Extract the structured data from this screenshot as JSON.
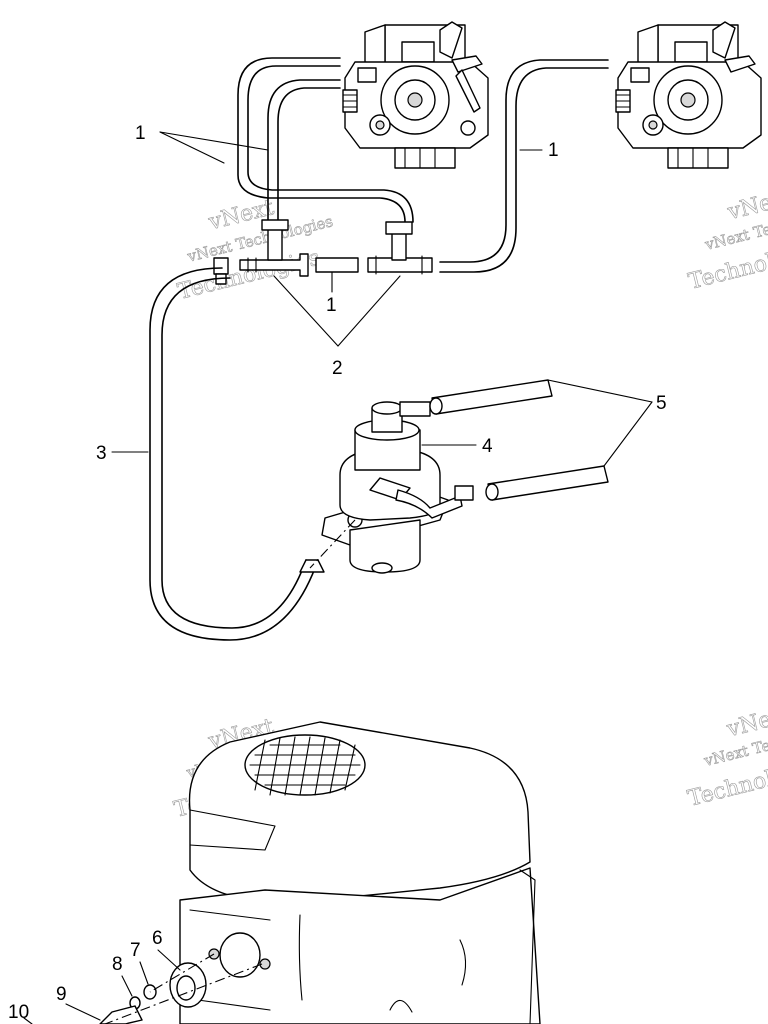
{
  "diagram": {
    "callouts": {
      "c1_top": "1",
      "c1_right": "1",
      "c1_center": "1",
      "c2": "2",
      "c3": "3",
      "c4": "4",
      "c5": "5",
      "c6": "6",
      "c7": "7",
      "c8": "8",
      "c9": "9",
      "c10": "10"
    },
    "watermarks": {
      "line1": "vNext",
      "line2": "vNext Technologies",
      "line3": "Technologies"
    }
  }
}
